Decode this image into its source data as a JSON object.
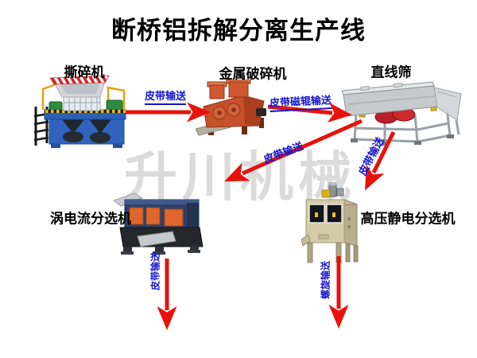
{
  "page": {
    "title": "断桥铝拆解分离生产线",
    "watermark": "升川机械"
  },
  "machines": {
    "shredder": {
      "label": "撕碎机"
    },
    "metal_crusher": {
      "label": "金属破碎机"
    },
    "linear_screen": {
      "label": "直线筛"
    },
    "eddy_current_separator": {
      "label": "涡电流分选机"
    },
    "electrostatic_separator": {
      "label": "高压静电分选机"
    }
  },
  "conveyors": {
    "shredder_to_crusher": {
      "label": "皮带输送"
    },
    "crusher_to_screen": {
      "label": "皮带磁辊输送"
    },
    "screen_to_eddy": {
      "label": "皮带输送"
    },
    "screen_to_electrostatic": {
      "label": "皮带输送"
    },
    "eddy_output": {
      "label": "皮带输送"
    },
    "electrostatic_output": {
      "label": "螺旋输送"
    }
  },
  "colors": {
    "arrow_red": "#e8120c",
    "conveyor_label_blue": "#1414cc",
    "title_black": "#000000",
    "watermark_gray": "#dbdbdb"
  }
}
